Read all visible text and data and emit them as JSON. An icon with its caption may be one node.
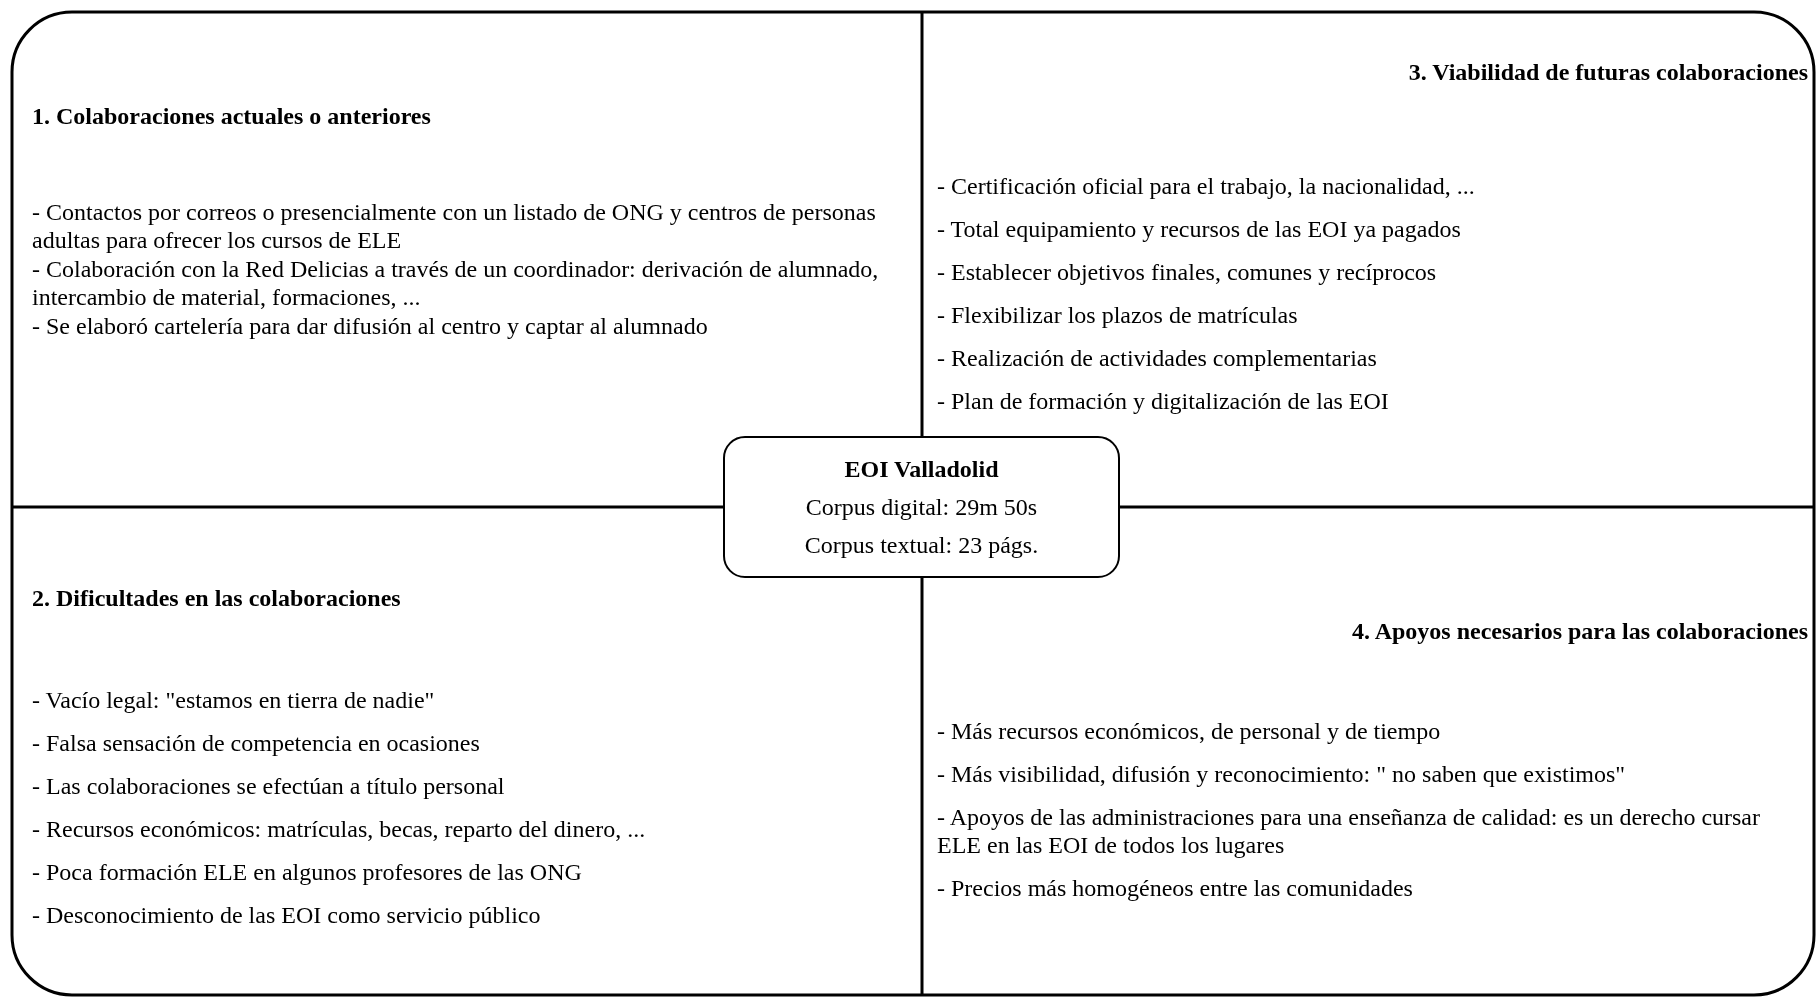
{
  "diagram": {
    "nodes": [
      {
        "text": [
          "1. Colaboraciones actuales o anteriores",
          "- Contactos por correos o presencialmente con un listado de ONG y centros de personas adultas para ofrecer los cursos de ELE",
          "- Colaboración con la Red Delicias a través de un coordinador: derivación de alumnado, intercambio de material, formaciones, ...",
          "- Se elaboró cartelería para dar difusión al centro y captar al alumnado"
        ]
      },
      {
        "text": [
          "3. Viabilidad de futuras colaboraciones",
          "- Certificación oficial para el trabajo, la nacionalidad, ...",
          "- Total equipamiento y recursos de las EOI ya pagados",
          "- Establecer objetivos finales, comunes y recíprocos",
          "- Flexibilizar los plazos de matrículas",
          "- Realización de actividades complementarias",
          "- Plan de formación y digitalización de las EOI"
        ]
      },
      {
        "text": [
          "EOI Valladolid",
          "Corpus digital: 29m 50s",
          "Corpus textual: 23 págs."
        ]
      },
      {
        "text": [
          "2. Dificultades en las colaboraciones",
          "- Vacío legal: \"estamos en tierra de nadie\"",
          "- Falsa sensación de competencia en ocasiones",
          "- Las colaboraciones se efectúan a título personal",
          "- Recursos económicos: matrículas, becas, reparto del dinero, ...",
          "- Poca formación ELE en algunos profesores de las ONG",
          "- Desconocimiento de las EOI como servicio público"
        ]
      },
      {
        "text": [
          "4. Apoyos necesarios para las colaboraciones",
          "- Más recursos económicos, de personal y de tiempo",
          "- Más visibilidad, difusión y reconocimiento: \" no saben que existimos\"",
          "- Apoyos de las administraciones para una enseñanza de calidad: es un derecho cursar ELE en las EOI de todos los lugares",
          "- Precios más homogéneos entre las comunidades"
        ]
      }
    ]
  }
}
